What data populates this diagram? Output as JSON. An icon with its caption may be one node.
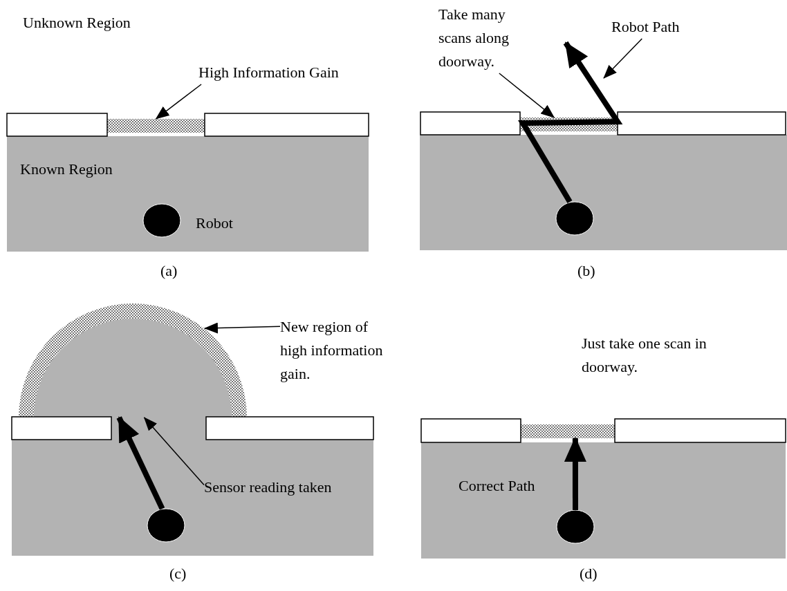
{
  "diagram": {
    "nodes": [
      {
        "text": [
          "High Information Gain"
        ]
      },
      {
        "text": [],
        "shape": "bar"
      },
      {
        "text": [],
        "shape": "circle",
        "beside": [
          "Robot"
        ]
      },
      {
        "text": [
          "Take many scans along doorway."
        ]
      },
      {
        "text": [],
        "shape": "bar"
      },
      {
        "text": [
          "Robot Path"
        ]
      },
      {
        "text": [],
        "shape": "circle"
      },
      {
        "text": [],
        "shape": "band"
      },
      {
        "text": [
          "New region of high information gain."
        ]
      },
      {
        "text": [],
        "shape": "circle"
      },
      {
        "text": [
          "Sensor reading taken"
        ]
      },
      {
        "text": [
          "Just take one scan in doorway."
        ]
      },
      {
        "text": [],
        "shape": "bar"
      },
      {
        "text": [],
        "shape": "circle"
      }
    ],
    "edges": [
      {
        "from": 0,
        "to": 1,
        "arrow": "to"
      },
      {
        "from": 3,
        "to": 4,
        "arrow": "to"
      },
      {
        "from": 5,
        "to": null,
        "arrow": "to"
      },
      {
        "from": 6,
        "to": null,
        "arrow": "to",
        "style": "thick"
      },
      {
        "from": 8,
        "to": 7,
        "arrow": "to"
      },
      {
        "from": 9,
        "to": 7,
        "arrow": "to",
        "style": "thick"
      },
      {
        "from": 10,
        "to": 7,
        "arrow": "to"
      },
      {
        "from": 13,
        "to": 12,
        "arrow": "to",
        "style": "thick",
        "label": "Correct Path"
      }
    ],
    "labels": [
      "Unknown Region",
      "Known Region",
      "(a)",
      "(b)",
      "(c)",
      "(d)"
    ]
  }
}
